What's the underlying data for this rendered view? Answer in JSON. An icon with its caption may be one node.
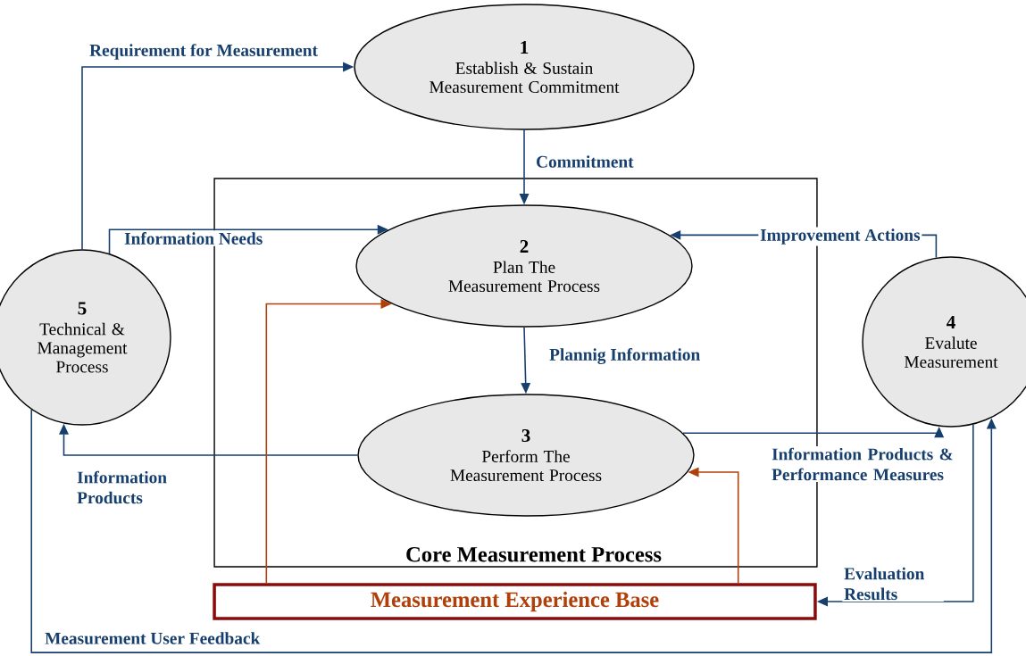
{
  "diagram": {
    "nodes": [
      {
        "text": [
          "1",
          "Establish & Sustain Measurement Commitment"
        ]
      },
      {
        "text": [
          "Core Measurement Process"
        ]
      },
      {
        "text": [
          "2",
          "Plan The Measurement Process"
        ],
        "in": 1
      },
      {
        "text": [
          "3",
          "Perform The Measurement Process"
        ],
        "in": 1
      },
      {
        "text": [
          "4",
          "Evalute Measurement"
        ]
      },
      {
        "text": [
          "5",
          "Technical & Management Process"
        ]
      },
      {
        "text": [
          "Measurement Experience Base"
        ]
      }
    ],
    "edges": [
      {
        "from": 5,
        "to": 0,
        "arrow": "to",
        "label": "Requirement for Measurement"
      },
      {
        "from": 0,
        "to": 2,
        "arrow": "to",
        "label": "Commitment"
      },
      {
        "from": 5,
        "to": 2,
        "arrow": "to",
        "label": "Information Needs"
      },
      {
        "from": 4,
        "to": 2,
        "arrow": "to",
        "label": "Improvement Actions"
      },
      {
        "from": 2,
        "to": 3,
        "arrow": "to",
        "label": "Plannig Information"
      },
      {
        "from": 3,
        "to": 5,
        "arrow": "to",
        "label": "Information Products"
      },
      {
        "from": 3,
        "to": 4,
        "arrow": "to",
        "label": "Information Products & Performance Measures"
      },
      {
        "from": 4,
        "to": 6,
        "arrow": "to",
        "label": "Evaluation Results"
      },
      {
        "from": 6,
        "to": 2,
        "arrow": "to",
        "color": "#b0400a"
      },
      {
        "from": 6,
        "to": 3,
        "arrow": "to",
        "color": "#b0400a"
      },
      {
        "from": 5,
        "to": 4,
        "arrow": "to",
        "label": "Measurement User Feedback"
      }
    ]
  }
}
